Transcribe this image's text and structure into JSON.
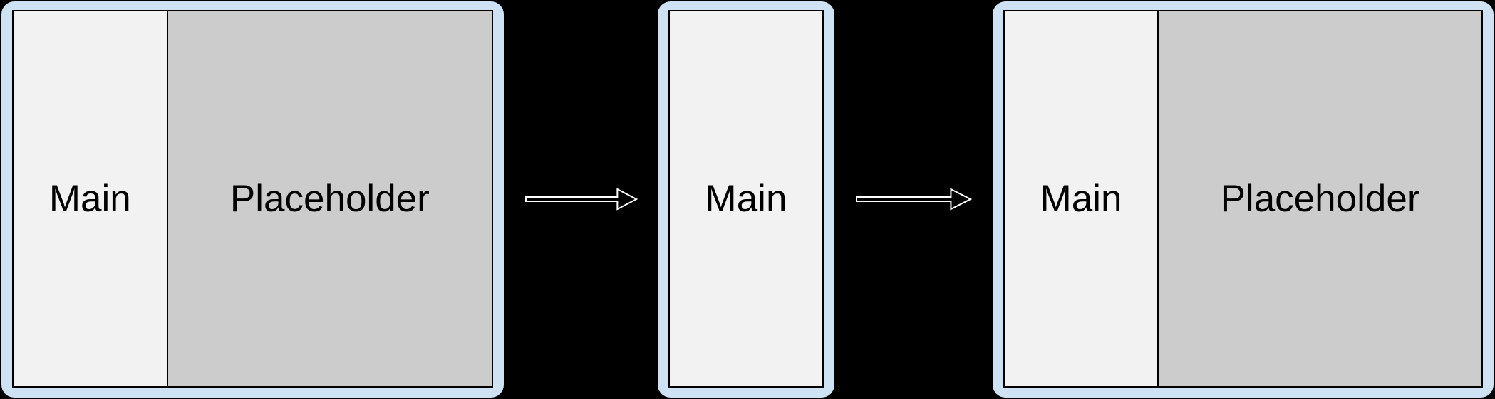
{
  "background_color": "#000000",
  "colors": {
    "panel_frame": "#cfe2f3",
    "main_fill": "#f2f2f2",
    "placeholder_fill": "#cccccc",
    "panel_border": "#000000",
    "label_text": "#000000",
    "arrow_fill": "#000000",
    "arrow_outline": "#ffffff"
  },
  "diagram": {
    "panels": [
      {
        "id": "before",
        "sections": [
          {
            "type": "main",
            "label": "Main"
          },
          {
            "type": "placeholder",
            "label": "Placeholder"
          }
        ]
      },
      {
        "id": "collapsed",
        "sections": [
          {
            "type": "main",
            "label": "Main"
          }
        ]
      },
      {
        "id": "after",
        "sections": [
          {
            "type": "main",
            "label": "Main"
          },
          {
            "type": "placeholder",
            "label": "Placeholder"
          }
        ]
      }
    ],
    "arrows": [
      {
        "name": "arrow-1",
        "direction": "right"
      },
      {
        "name": "arrow-2",
        "direction": "right"
      }
    ]
  }
}
